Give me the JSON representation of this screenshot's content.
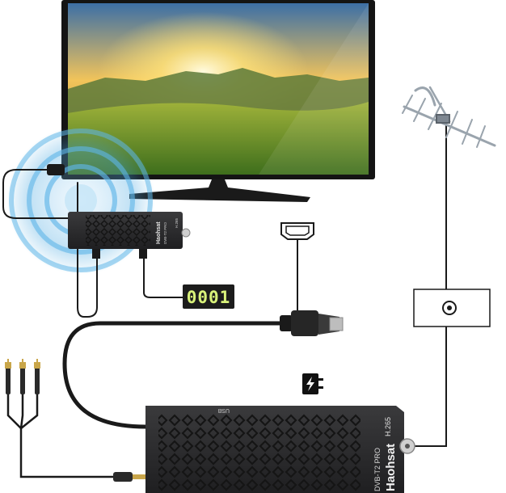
{
  "display": {
    "readout": "0001"
  },
  "large_receiver": {
    "brand": "Haohsat",
    "model": "DVB-T2 PRO",
    "codec": "H.265",
    "port_label": "USB"
  },
  "small_receiver": {
    "brand": "Haohsat",
    "model": "DVB-T2 PRO",
    "codec": "H.265"
  },
  "icons": {
    "antenna": "tv-antenna-icon",
    "hdmi_port": "hdmi-port-icon",
    "coax_socket": "coax-socket-icon",
    "power": "power-adapter-icon"
  },
  "colors": {
    "receiver_body": "#2b2b2d",
    "display_bg": "#1c1c1c",
    "display_digits": "#d9f27a",
    "signal_waves": "#4aa8e0"
  }
}
